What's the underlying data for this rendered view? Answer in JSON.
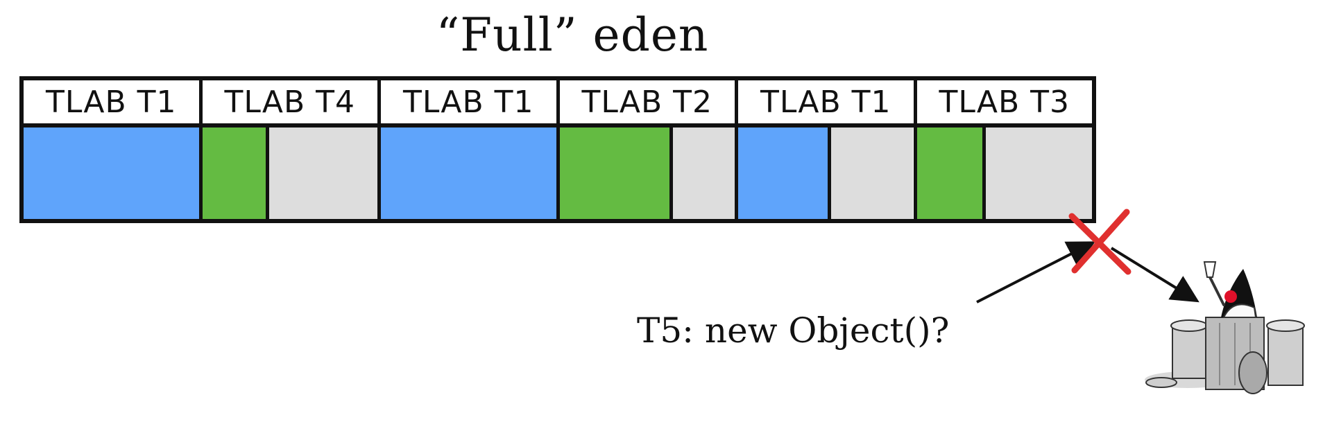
{
  "title": "“Full” eden",
  "question": "T5: new Object()?",
  "colors": {
    "t1": "#5fa4fb",
    "other_thread": "#64bb42",
    "free": "#dddddd",
    "border": "#111111",
    "reject": "#e0302f"
  },
  "tlabs": [
    {
      "label": "TLAB T1",
      "segments": [
        {
          "kind": "t1",
          "fraction": 1.0
        }
      ]
    },
    {
      "label": "TLAB T4",
      "segments": [
        {
          "kind": "other_thread",
          "fraction": 0.37
        },
        {
          "kind": "free",
          "fraction": 0.63
        }
      ]
    },
    {
      "label": "TLAB T1",
      "segments": [
        {
          "kind": "t1",
          "fraction": 1.0
        }
      ]
    },
    {
      "label": "TLAB T2",
      "segments": [
        {
          "kind": "other_thread",
          "fraction": 0.64
        },
        {
          "kind": "free",
          "fraction": 0.36
        }
      ]
    },
    {
      "label": "TLAB T1",
      "segments": [
        {
          "kind": "t1",
          "fraction": 0.52
        },
        {
          "kind": "free",
          "fraction": 0.48
        }
      ]
    },
    {
      "label": "TLAB T3",
      "segments": [
        {
          "kind": "other_thread",
          "fraction": 0.38
        },
        {
          "kind": "free",
          "fraction": 0.62
        }
      ]
    }
  ],
  "icons": {
    "reject": "red-x-icon",
    "garbage": "garbage-cans-mascot-icon"
  }
}
